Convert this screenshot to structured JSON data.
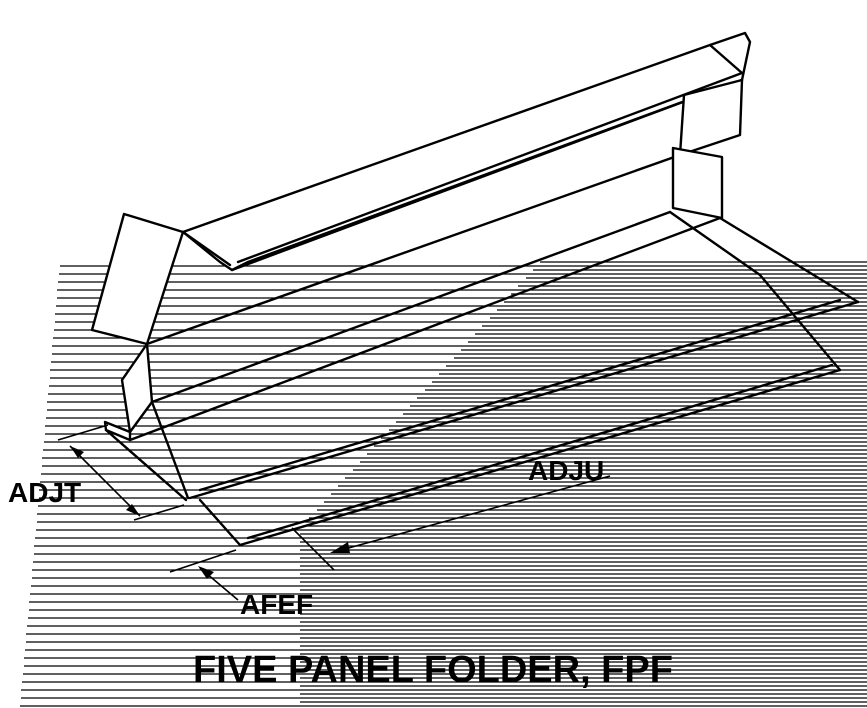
{
  "diagram": {
    "labels": {
      "adjt": "ADJT",
      "adju": "ADJU",
      "afef": "AFEF"
    },
    "caption": "FIVE PANEL FOLDER, FPF"
  }
}
